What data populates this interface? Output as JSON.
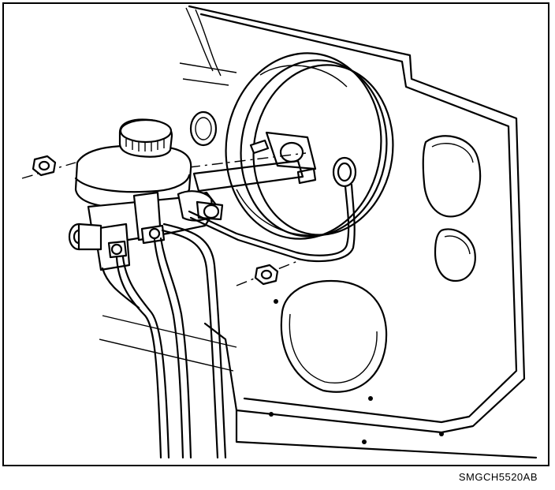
{
  "figure": {
    "code": "SMGCH5520AB",
    "parts": [
      "firewall-panel",
      "brake-booster",
      "master-cylinder",
      "reservoir-cap",
      "mounting-nut-upper",
      "mounting-nut-lower",
      "brake-lines",
      "booster-studs",
      "vacuum-fitting"
    ]
  }
}
